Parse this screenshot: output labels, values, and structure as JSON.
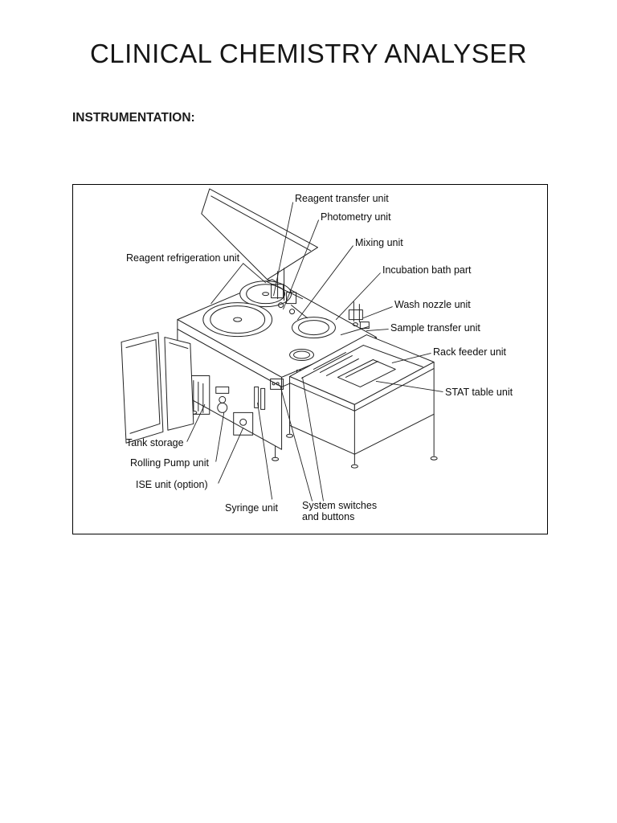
{
  "page": {
    "title": "CLINICAL CHEMISTRY ANALYSER",
    "section_heading": "INSTRUMENTATION:"
  },
  "diagram": {
    "labels": [
      {
        "id": "reagent-transfer-unit",
        "text": "Reagent transfer unit"
      },
      {
        "id": "photometry-unit",
        "text": "Photometry unit"
      },
      {
        "id": "mixing-unit",
        "text": "Mixing unit"
      },
      {
        "id": "reagent-refrigeration-unit",
        "text": "Reagent refrigeration unit"
      },
      {
        "id": "incubation-bath-part",
        "text": "Incubation bath part"
      },
      {
        "id": "wash-nozzle-unit",
        "text": "Wash nozzle unit"
      },
      {
        "id": "sample-transfer-unit",
        "text": "Sample transfer unit"
      },
      {
        "id": "rack-feeder-unit",
        "text": "Rack feeder unit"
      },
      {
        "id": "stat-table-unit",
        "text": "STAT table unit"
      },
      {
        "id": "tank-storage",
        "text": "Tank storage"
      },
      {
        "id": "rolling-pump-unit",
        "text": "Rolling Pump unit"
      },
      {
        "id": "ise-unit-option",
        "text": "ISE unit (option)"
      },
      {
        "id": "syringe-unit",
        "text": "Syringe unit"
      },
      {
        "id": "system-switches-and-buttons",
        "text": "System switches and buttons"
      }
    ]
  }
}
